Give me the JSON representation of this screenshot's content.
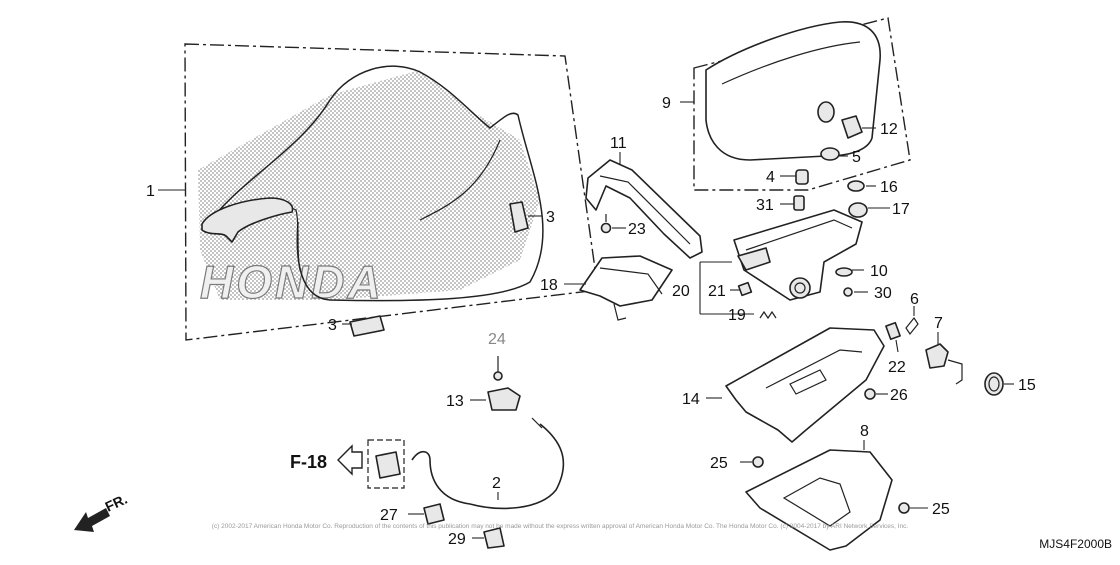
{
  "diagram": {
    "callouts": {
      "c1": "1",
      "c2": "2",
      "c3a": "3",
      "c3b": "3",
      "c4": "4",
      "c5": "5",
      "c6": "6",
      "c7": "7",
      "c8": "8",
      "c9": "9",
      "c10": "10",
      "c11": "11",
      "c12": "12",
      "c13": "13",
      "c14": "14",
      "c15": "15",
      "c16": "16",
      "c17": "17",
      "c18": "18",
      "c19": "19",
      "c20": "20",
      "c21": "21",
      "c22": "22",
      "c23": "23",
      "c24": "24",
      "c25a": "25",
      "c25b": "25",
      "c26": "26",
      "c27": "27",
      "c29": "29",
      "c30": "30",
      "c31": "31"
    },
    "reference_label": "F-18",
    "direction_label": "FR.",
    "watermark_text": "HONDA",
    "diagram_code": "MJS4F2000B",
    "copyright_line": "(c) 2002-2017 American Honda Motor Co. Reproduction of the contents of this publication may not be made without the express written approval of American Honda Motor Co. The Honda Motor Co. (c) 2004-2017 by ARI Network Services, Inc."
  }
}
